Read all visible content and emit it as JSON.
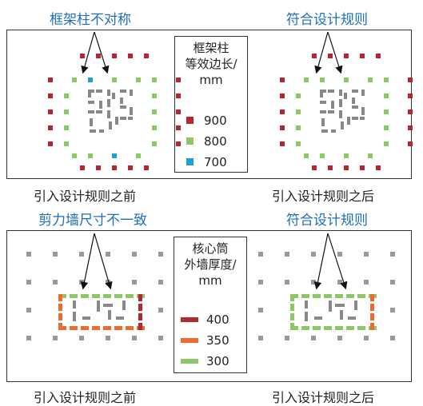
{
  "top": {
    "left_title": "框架柱不对称",
    "right_title": "符合设计规则",
    "left_caption": "引入设计规则之前",
    "right_caption": "引入设计规则之后",
    "legend": {
      "title_lines": [
        "框架柱",
        "等效边长/",
        "mm"
      ],
      "items": [
        {
          "label": "900",
          "color": "#b5262f"
        },
        {
          "label": "800",
          "color": "#8cc865"
        },
        {
          "label": "700",
          "color": "#1aa3d8"
        }
      ]
    }
  },
  "bottom": {
    "left_title": "剪力墙尺寸不一致",
    "right_title": "符合设计规则",
    "left_caption": "引入设计规则之前",
    "right_caption": "引入设计规则之后",
    "legend": {
      "title_lines": [
        "核心筒",
        "外墙厚度/",
        "mm"
      ],
      "items": [
        {
          "label": "400",
          "color": "#b5262f"
        },
        {
          "label": "350",
          "color": "#ef6a2c"
        },
        {
          "label": "300",
          "color": "#8cc865"
        }
      ]
    }
  },
  "colors": {
    "core": "#888888",
    "column_grey": "#999999",
    "arrow": "#111111",
    "title": "#1f6fb8"
  }
}
